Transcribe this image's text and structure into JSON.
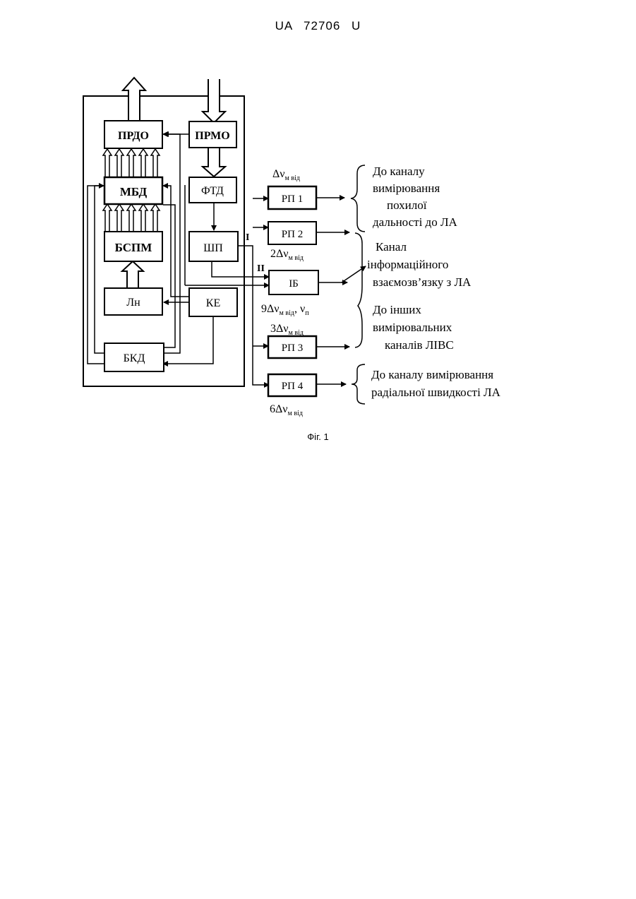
{
  "header": {
    "doc_number": "UA   72706   U"
  },
  "figure": {
    "caption": "Фіг. 1",
    "blocks": {
      "prdo": "ПРДО",
      "prmo": "ПРМО",
      "mbd": "МБД",
      "ftd": "ФТД",
      "bspm": "БСПМ",
      "shp": "ШП",
      "ln": "Лн",
      "ke": "КЕ",
      "bkd": "БКД",
      "rp1": "РП 1",
      "rp2": "РП 2",
      "ib": "ІБ",
      "rp3": "РП 3",
      "rp4": "РП 4"
    },
    "outputs": {
      "out1": "I",
      "out2": "II"
    },
    "freq_labels": {
      "rp1": {
        "coef": "Δν",
        "sub": "м від"
      },
      "rp2": {
        "coef": "2Δν",
        "sub": "м від"
      },
      "ib": {
        "coef": "9Δν",
        "sub": "м від",
        "tail": ", ν",
        "tail_sub": "п"
      },
      "rp3": {
        "coef": "3Δν",
        "sub": "м від"
      },
      "rp4": {
        "coef": "6Δν",
        "sub": "м від"
      }
    },
    "destinations": {
      "d1": [
        "До каналу",
        "вимірювання",
        "похилої",
        "дальності до ЛА"
      ],
      "d2": [
        "Канал",
        "інформаційного",
        "взаємозв’язку з ЛА"
      ],
      "d3": [
        "До інших",
        "вимірювальних",
        "каналів ЛІВС"
      ],
      "d4": [
        "До каналу вимірювання",
        "радіальної швидкості ЛА"
      ]
    }
  }
}
